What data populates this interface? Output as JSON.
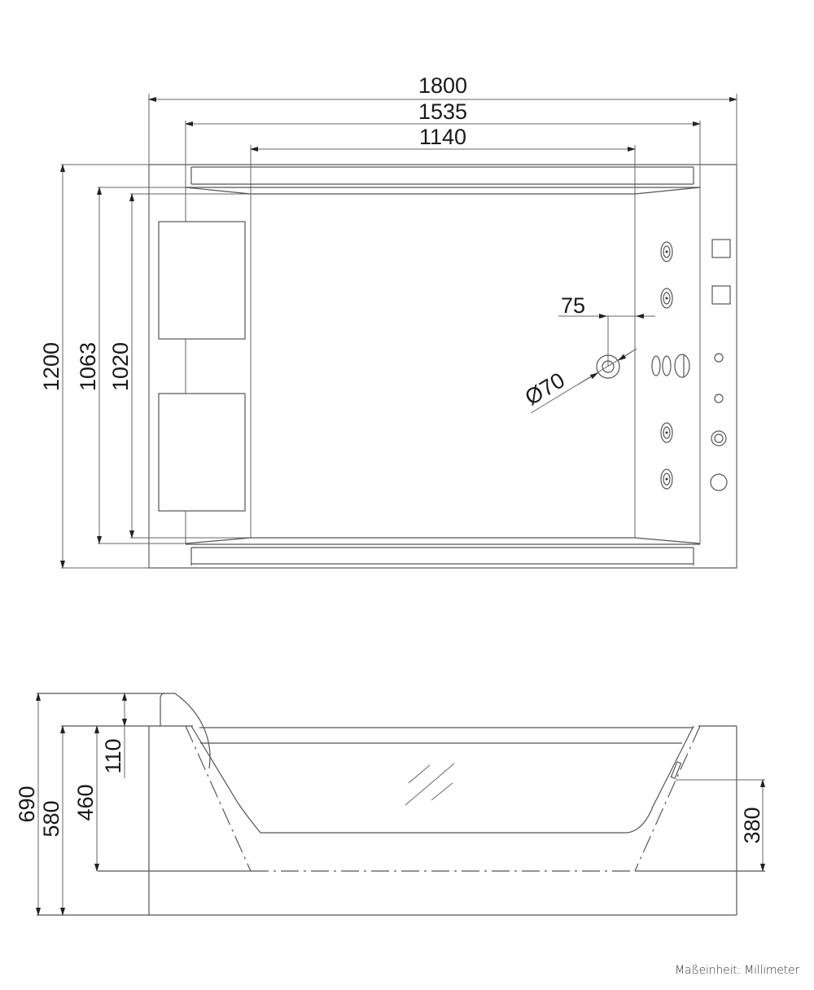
{
  "top_view": {
    "width_outer": "1800",
    "width_inner": "1535",
    "width_bottom": "1140",
    "height_outer": "1200",
    "height_inner": "1063",
    "height_bottom": "1020",
    "drain_offset": "75",
    "drain_diameter": "Ø70"
  },
  "side_view": {
    "total_height": "690",
    "tub_height": "580",
    "inner_depth": "460",
    "headrest_height": "110",
    "overflow_height": "380"
  },
  "footer": {
    "unit_note": "Maßeinheit: Millimeter"
  }
}
